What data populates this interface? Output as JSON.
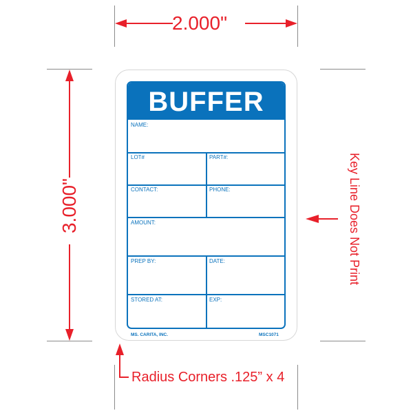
{
  "dimensions": {
    "width_label": "2.000\"",
    "height_label": "3.000\"",
    "keyline_note": "Key Line Does Not Print",
    "radius_note": "Radius Corners .125” x 4"
  },
  "label": {
    "title": "BUFFER",
    "fields": {
      "name": "NAME:",
      "lot": "LOT#",
      "part": "PART#:",
      "contact": "CONTACT:",
      "phone": "PHONE:",
      "amount": "AMOUNT:",
      "prep_by": "PREP BY:",
      "date": "DATE:",
      "stored_at": "STORED AT:",
      "exp": "EXP:"
    },
    "footer_left": "MS. CARITA, INC.",
    "footer_right": "MSC1071"
  },
  "colors": {
    "brand_blue": "#0a72bc",
    "dimension_red": "#e8202a",
    "keyline_gray": "#d6d6d6"
  }
}
